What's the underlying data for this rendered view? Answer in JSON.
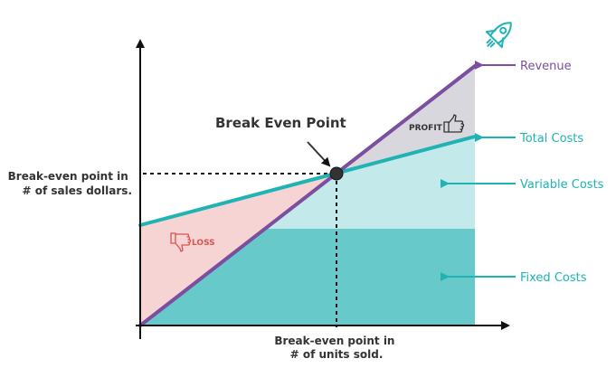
{
  "diagram": {
    "title": "Break Even Point",
    "profit_label": "PROFIT",
    "loss_label": "LOSS",
    "y_marker_label": [
      "Break-even point in",
      "# of sales dollars."
    ],
    "x_marker_label": [
      "Break-even point in",
      "# of units sold."
    ],
    "legend": {
      "revenue": "Revenue",
      "total_costs": "Total Costs",
      "variable_costs": "Variable Costs",
      "fixed_costs": "Fixed Costs"
    },
    "icons": {
      "rocket": "rocket-icon",
      "thumbs_up": "thumbs-up-icon",
      "thumbs_down": "thumbs-down-icon"
    },
    "colors": {
      "revenue": "#7b4ea0",
      "total_costs": "#1fb3b3",
      "variable_costs_fill": "#c4e9ea",
      "fixed_costs_fill": "#67c9c9",
      "profit_fill": "#d8d7de",
      "loss_fill": "#f6d4d4",
      "loss_text": "#d9534f",
      "axis": "#111111",
      "label_teal": "#1fb3b3",
      "label_purple": "#7b4ea0"
    }
  }
}
